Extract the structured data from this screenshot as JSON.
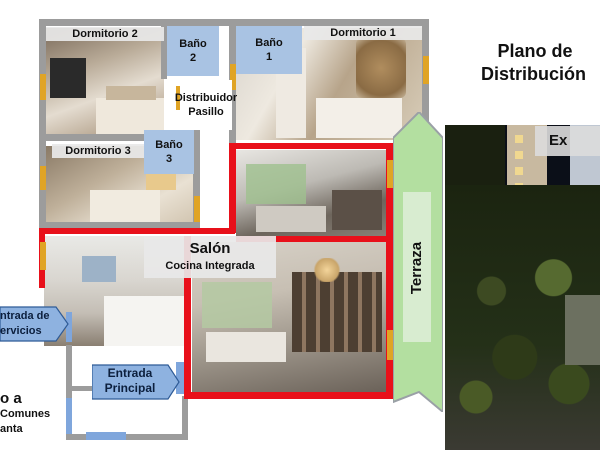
{
  "title": {
    "line1": "Plano de",
    "line2": "Distribución"
  },
  "rooms": {
    "dormitorio2": "Dormitorio 2",
    "bano2": {
      "line1": "Baño",
      "line2": "2"
    },
    "bano1": {
      "line1": "Baño",
      "line2": "1"
    },
    "dormitorio1": "Dormitorio 1",
    "distribuidor": {
      "line1": "Distribuidor",
      "line2": "Pasillo"
    },
    "dormitorio3": "Dormitorio 3",
    "bano3": {
      "line1": "Baño",
      "line2": "3"
    },
    "salon": "Salón",
    "cocina": "Cocina Integrada",
    "terraza": "Terraza",
    "exterior": "Ex"
  },
  "entrances": {
    "servicios": {
      "line1": "ntrada de",
      "line2": "ervicios"
    },
    "principal": {
      "line1": "Entrada",
      "line2": "Principal"
    }
  },
  "comunes": {
    "line1": "o a",
    "line2": "Comunes",
    "line3": "anta"
  },
  "colors": {
    "wall": "#9c9c9c",
    "red_wall": "#e8101a",
    "door": "#e0a425",
    "terrace": "#b3dfa0",
    "label_blue": "#8eb2e0"
  }
}
